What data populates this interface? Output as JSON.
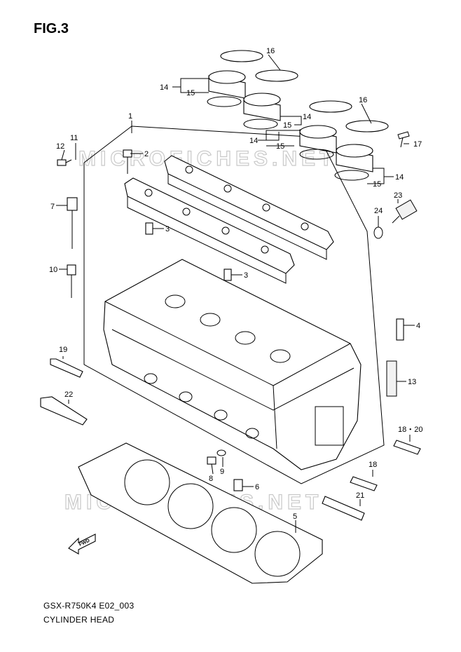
{
  "figure": {
    "title": "FIG.3"
  },
  "footer": {
    "model_code": "GSX-R750K4 E02_003",
    "section_name": "CYLINDER HEAD"
  },
  "watermark": {
    "text": "MICROFICHES.NET"
  },
  "direction_marker": {
    "text": "FWD"
  },
  "callouts": {
    "c1": "1",
    "c2": "2",
    "c3a": "3",
    "c3b": "3",
    "c4": "4",
    "c5": "5",
    "c6": "6",
    "c7": "7",
    "c8": "8",
    "c9": "9",
    "c10": "10",
    "c11": "11",
    "c12": "12",
    "c13": "13",
    "c14a": "14",
    "c14b": "14",
    "c14c": "14",
    "c14d": "14",
    "c15a": "15",
    "c15b": "15",
    "c15c": "15",
    "c15d": "15",
    "c16a": "16",
    "c16b": "16",
    "c17": "17",
    "c18": "18",
    "c18_20": "18・20",
    "c19": "19",
    "c21": "21",
    "c22": "22",
    "c23": "23",
    "c24": "24"
  },
  "colors": {
    "line": "#000000",
    "watermark": "#c9c9c9",
    "background": "#ffffff"
  }
}
